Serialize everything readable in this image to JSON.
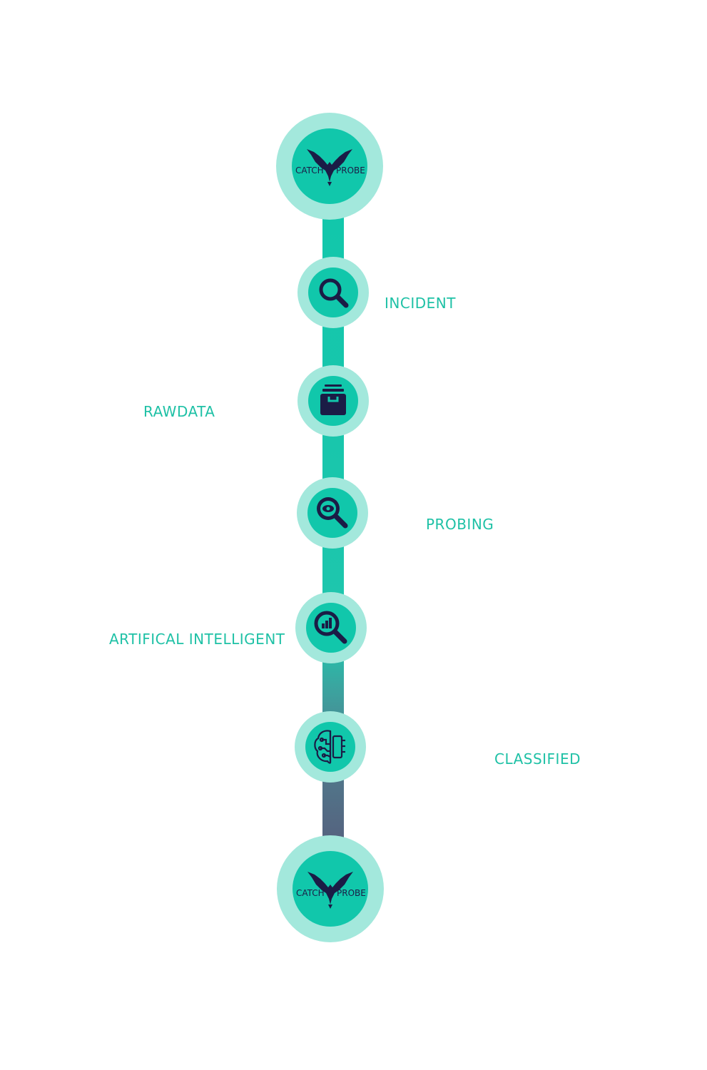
{
  "colors": {
    "teal": "#11c7ab",
    "teal_light": "#a3e8dc",
    "navy": "#1b1c46",
    "slate": "#575a7a",
    "label": "#1fc1a6"
  },
  "logo": {
    "word_left": "CATCH",
    "word_right": "PROBE",
    "icon": "eagle-logo-icon"
  },
  "steps": [
    {
      "label": "INCIDENT",
      "icon": "magnifier-icon",
      "side": "right"
    },
    {
      "label": "RAWDATA",
      "icon": "archive-box-icon",
      "side": "left"
    },
    {
      "label": "PROBING",
      "icon": "magnifier-eye-icon",
      "side": "right"
    },
    {
      "label": "ARTIFICAL INTELLIGENT",
      "icon": "magnifier-chart-icon",
      "side": "left"
    },
    {
      "label": "CLASSIFIED",
      "icon": "brain-circuit-icon",
      "side": "right"
    }
  ]
}
